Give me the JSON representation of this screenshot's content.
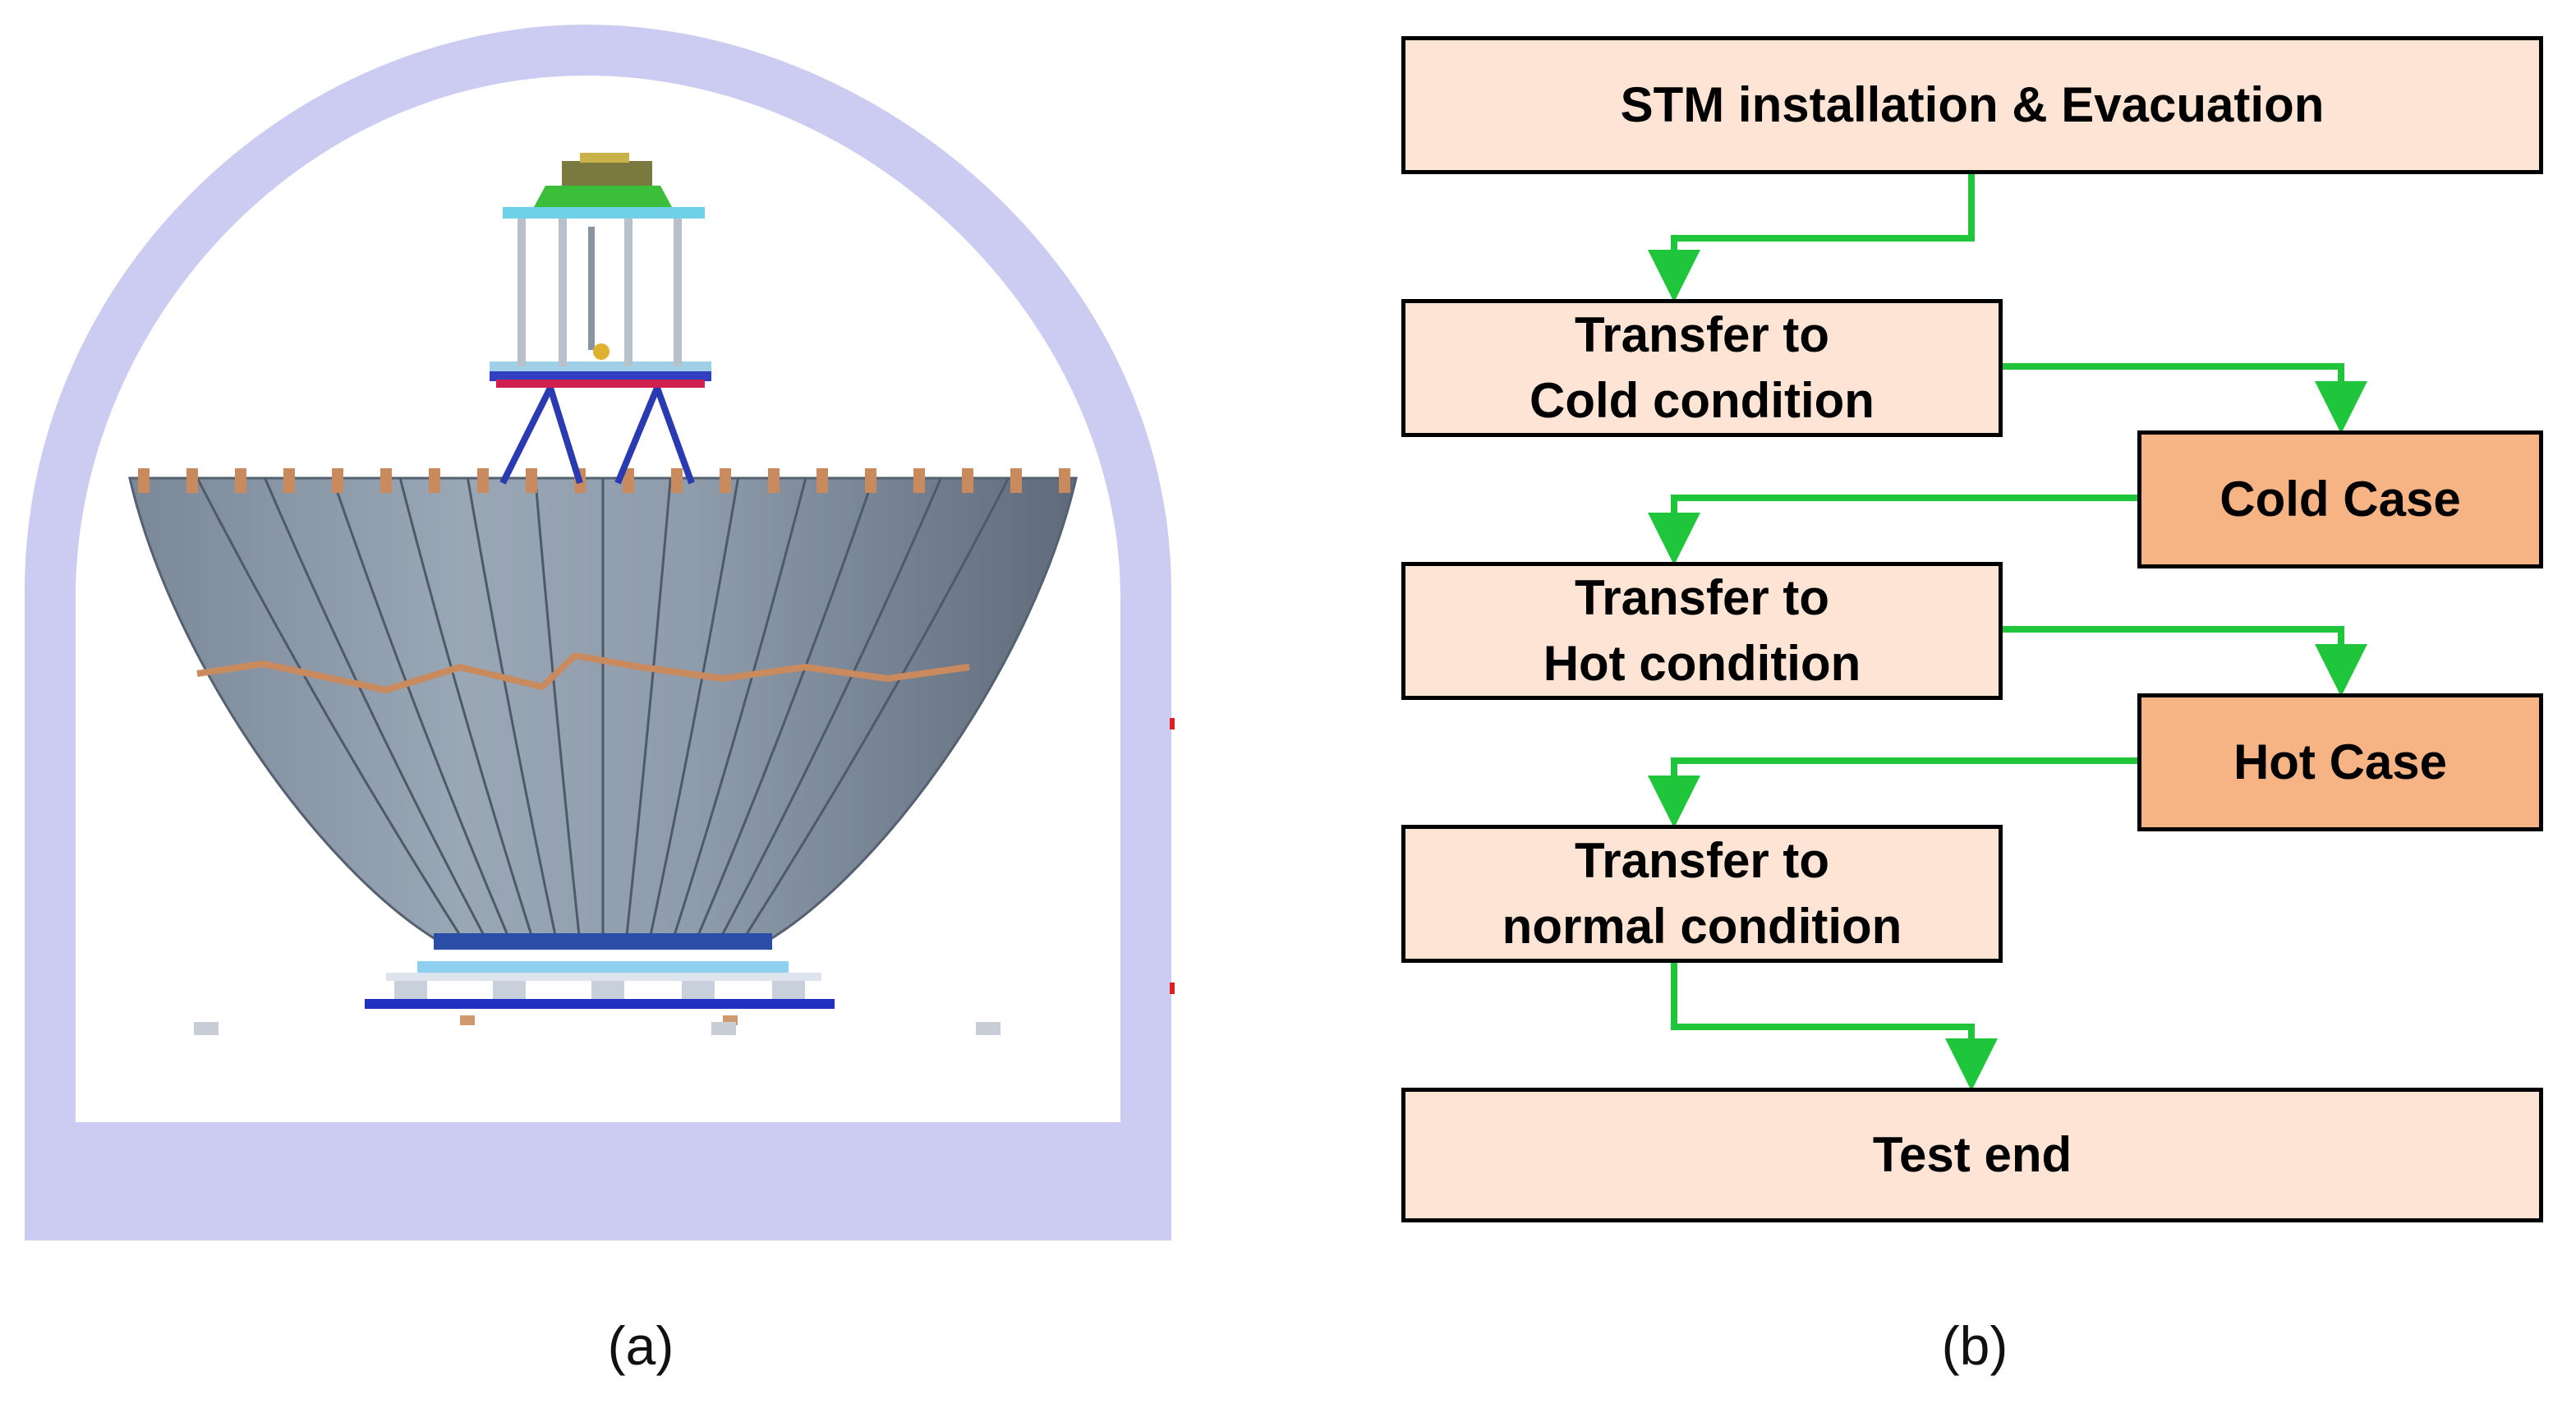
{
  "panel_a": {
    "label": "(a)"
  },
  "panel_b": {
    "label": "(b)",
    "boxes": {
      "stm": {
        "text": "STM installation  & Evacuation"
      },
      "transfer_cold": {
        "line1": "Transfer to",
        "line2": "Cold condition"
      },
      "cold_case": {
        "text": "Cold Case"
      },
      "transfer_hot": {
        "line1": "Transfer to",
        "line2": "Hot condition"
      },
      "hot_case": {
        "text": "Hot Case"
      },
      "transfer_normal": {
        "line1": "Transfer to",
        "line2": "normal  condition"
      },
      "test_end": {
        "text": "Test end"
      }
    }
  },
  "colors": {
    "chamber": "#ccccf2",
    "antenna": "#8996a4",
    "arrow": "#1fc63c",
    "box_light": "#fde4d4",
    "box_dark": "#f6b485"
  }
}
